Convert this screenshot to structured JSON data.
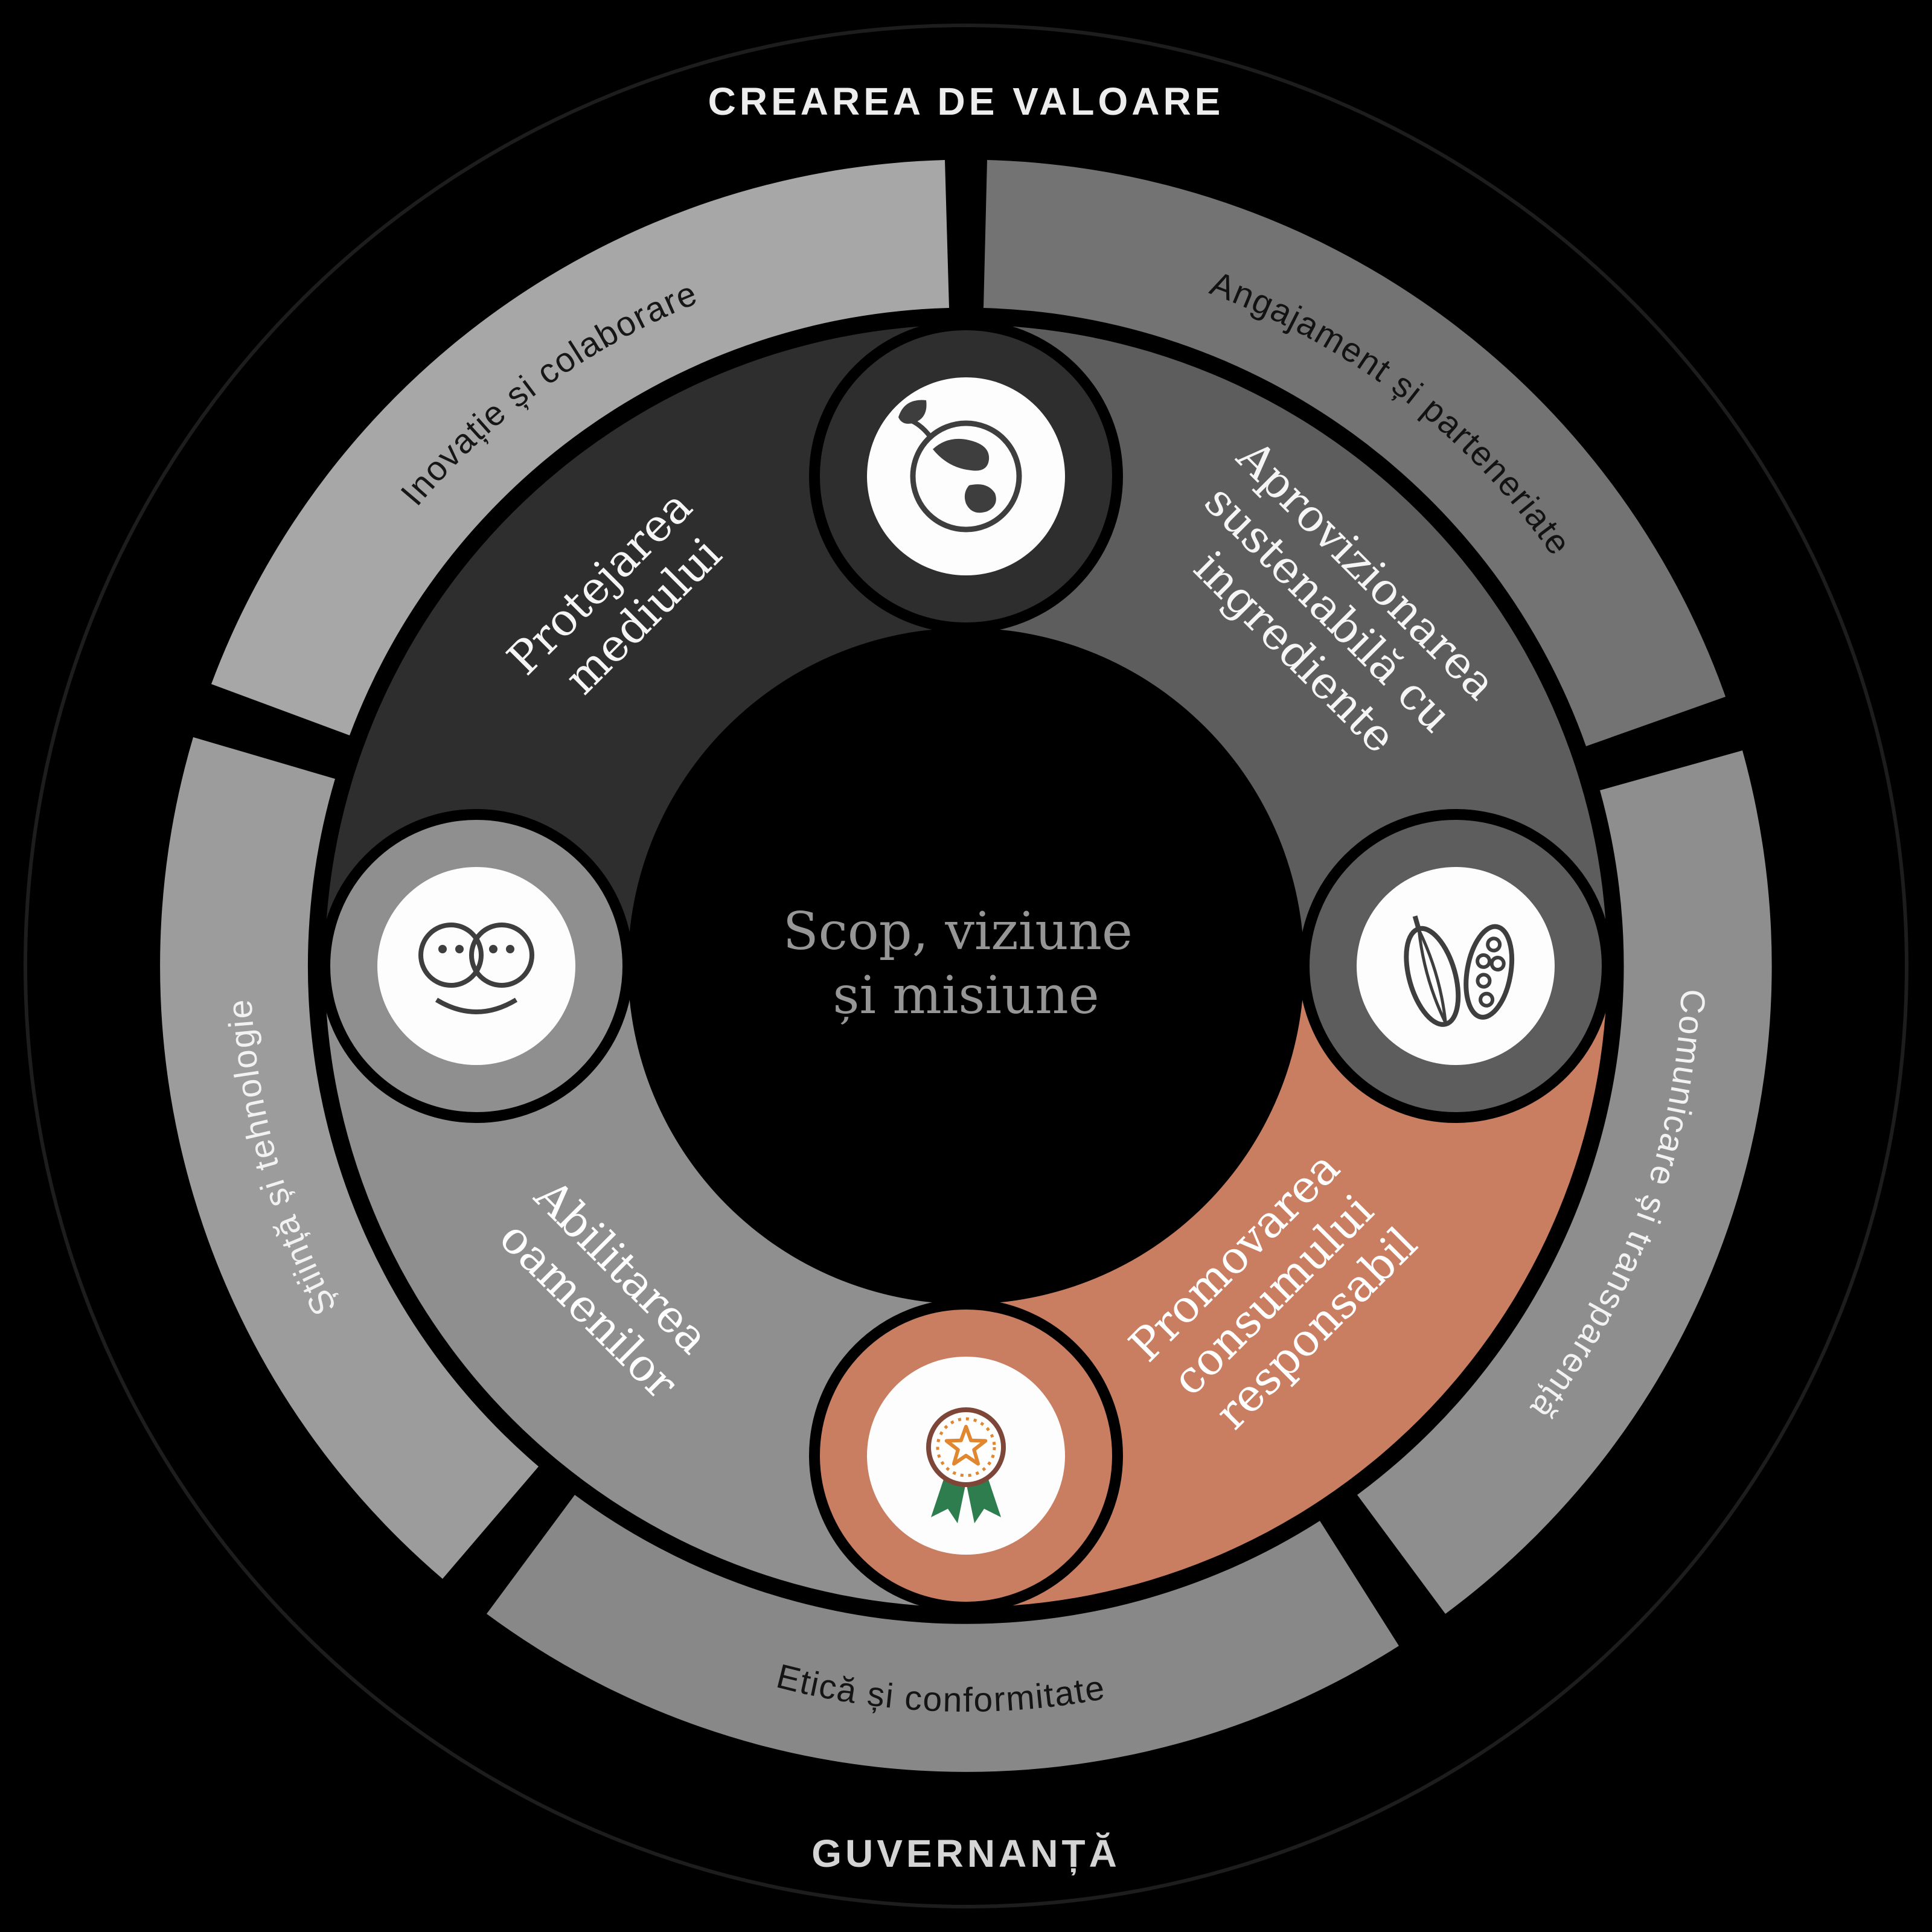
{
  "outer_ring": {
    "top_label": "CREAREA DE VALOARE",
    "bottom_label": "GUVERNANȚĂ",
    "top_label_color": "#ededed",
    "bottom_label_color": "#d4d4d4"
  },
  "middle_ring": {
    "segments": [
      {
        "label": "Inovație și colaborare",
        "color": "#a7a7a7",
        "text_color": "#161616"
      },
      {
        "label": "Angajament și parteneriate",
        "color": "#737373",
        "text_color": "#121212"
      },
      {
        "label": "Comunicare și transparență",
        "color": "#8e8e8e",
        "text_color": "#f2f2f2"
      },
      {
        "label": "Etică și conformitate",
        "color": "#888888",
        "text_color": "#141414"
      },
      {
        "label": "Știință și tehnologie",
        "color": "#9c9c9c",
        "text_color": "#f2f2f2"
      }
    ]
  },
  "inner_ring": {
    "segments": [
      {
        "label_lines": [
          "Protejarea",
          "mediului"
        ],
        "color": "#2e2e2e",
        "text_color": "#f5f5f5",
        "icon": "earth-leaf-icon"
      },
      {
        "label_lines": [
          "Aprovizionarea",
          "sustenabilă cu",
          "ingrediente"
        ],
        "color": "#5d5d5d",
        "text_color": "#f5f5f5",
        "icon": "cocoa-pod-icon"
      },
      {
        "label_lines": [
          "Promovarea",
          "consumului",
          "responsabil"
        ],
        "color": "#c97e62",
        "text_color": "#ffffff",
        "icon": "award-rosette-icon"
      },
      {
        "label_lines": [
          "Abilitarea",
          "oamenilor"
        ],
        "color": "#8f8f8f",
        "text_color": "#ffffff",
        "icon": "people-faces-icon"
      }
    ]
  },
  "center": {
    "line1": "Scop, viziune",
    "line2": "și misiune",
    "text_color": "#969696"
  },
  "accent_colors": {
    "responsible_consumption": "#c97e62",
    "award_ring": "#7d4638",
    "award_star": "#e0872f",
    "award_ribbon": "#2e7d4e",
    "icon_stroke": "#3e3e3e"
  }
}
